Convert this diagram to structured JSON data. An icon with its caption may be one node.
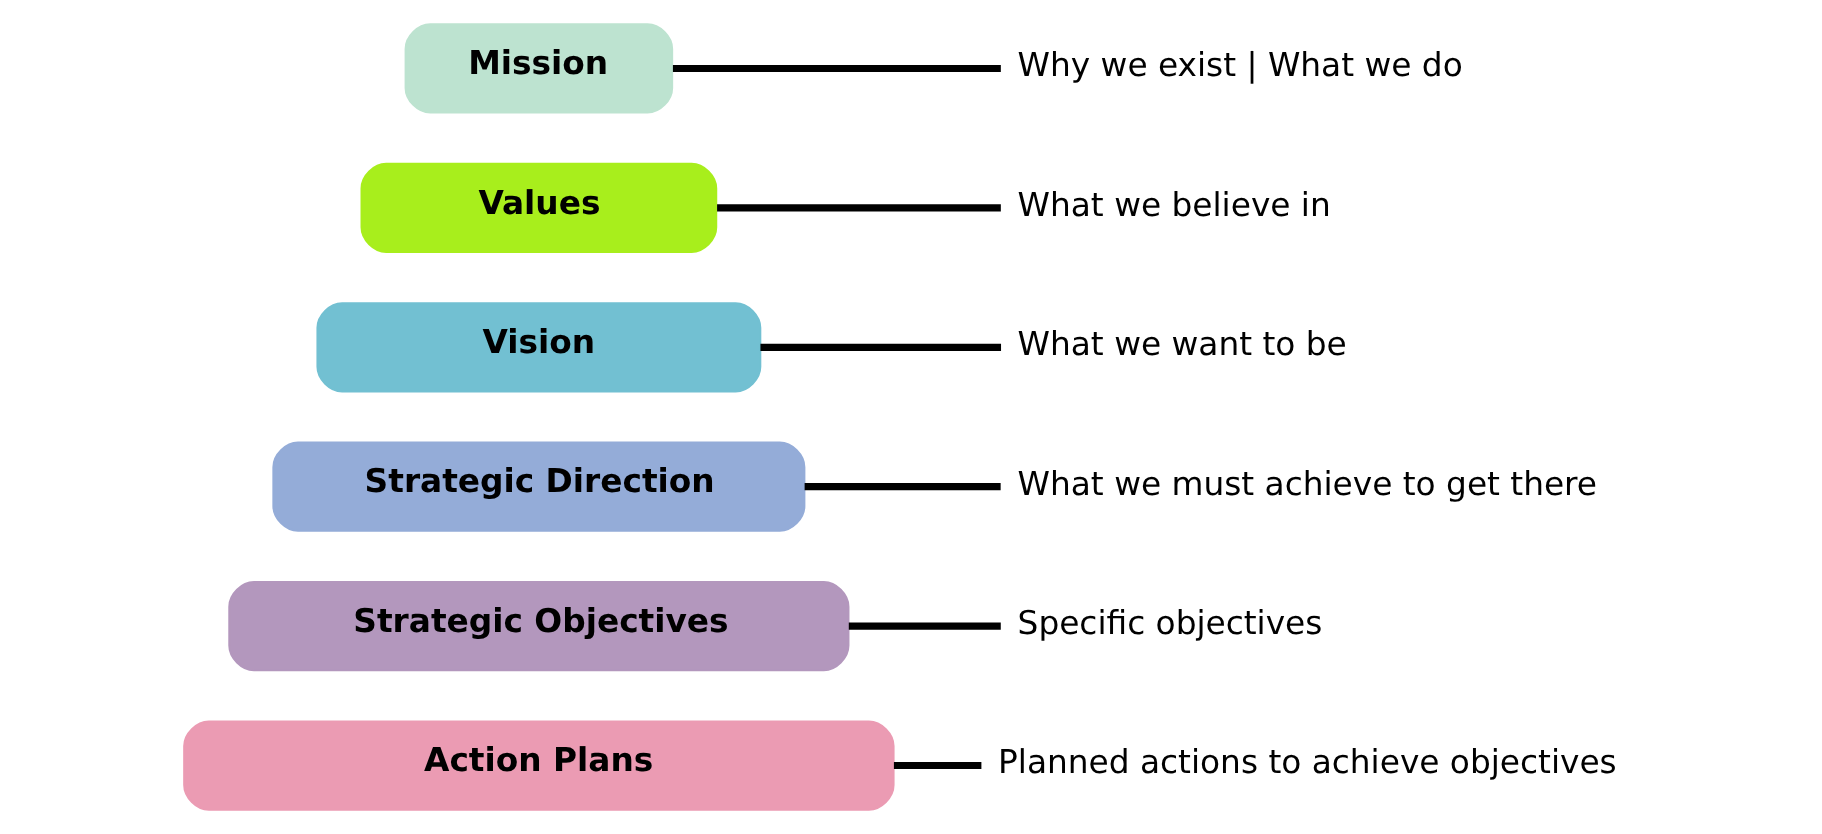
{
  "diagram": {
    "nodes": [
      {
        "text": [
          "Mission"
        ]
      },
      {
        "text": [
          "Values"
        ]
      },
      {
        "text": [
          "Vision"
        ]
      },
      {
        "text": [
          "Strategic Direction"
        ]
      },
      {
        "text": [
          "Strategic Objectives"
        ]
      },
      {
        "text": [
          "Action Plans"
        ]
      },
      {
        "text": [
          "Why we exist | What we do"
        ]
      },
      {
        "text": [
          "What we believe in"
        ]
      },
      {
        "text": [
          "What we want to be"
        ]
      },
      {
        "text": [
          "What we must achieve to get there"
        ]
      },
      {
        "text": [
          "Specific objectives"
        ]
      },
      {
        "text": [
          "Planned actions to achieve objectives"
        ]
      }
    ],
    "edges": [
      {
        "from": 0,
        "to": 6,
        "arrow": "none"
      },
      {
        "from": 1,
        "to": 7,
        "arrow": "none"
      },
      {
        "from": 2,
        "to": 8,
        "arrow": "none"
      },
      {
        "from": 3,
        "to": 9,
        "arrow": "none"
      },
      {
        "from": 4,
        "to": 10,
        "arrow": "none"
      },
      {
        "from": 5,
        "to": 11,
        "arrow": "none"
      }
    ]
  }
}
